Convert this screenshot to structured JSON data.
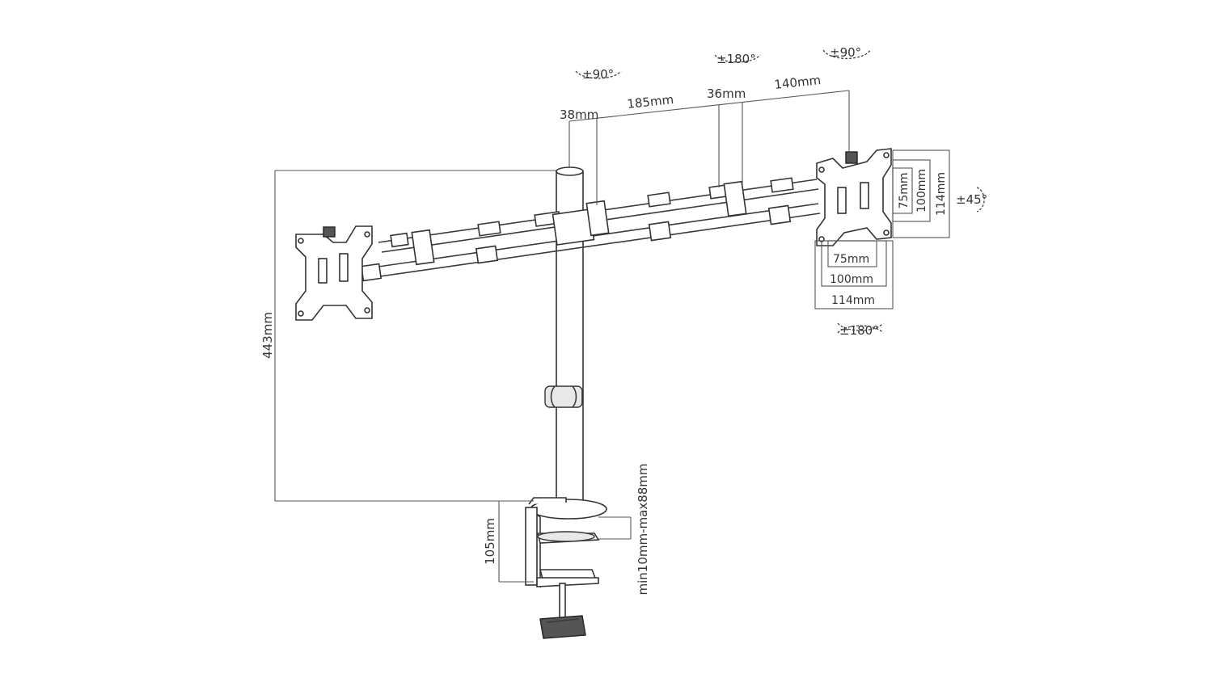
{
  "labels": {
    "rot_left_arm": "±90°",
    "rot_mid_arm": "±180°",
    "rot_right_head": "±90°",
    "dim_38": "38mm",
    "dim_185": "185mm",
    "dim_36": "36mm",
    "dim_140": "140mm",
    "vesa_v75": "75mm",
    "vesa_v100": "100mm",
    "vesa_v114": "114mm",
    "tilt": "±45°",
    "vesa_h75": "75mm",
    "vesa_h100": "100mm",
    "vesa_h114": "114mm",
    "rot_right_bottom": "±180°",
    "height": "443mm",
    "clamp_height": "105mm",
    "desk_thickness": "min10mm-max88mm"
  }
}
